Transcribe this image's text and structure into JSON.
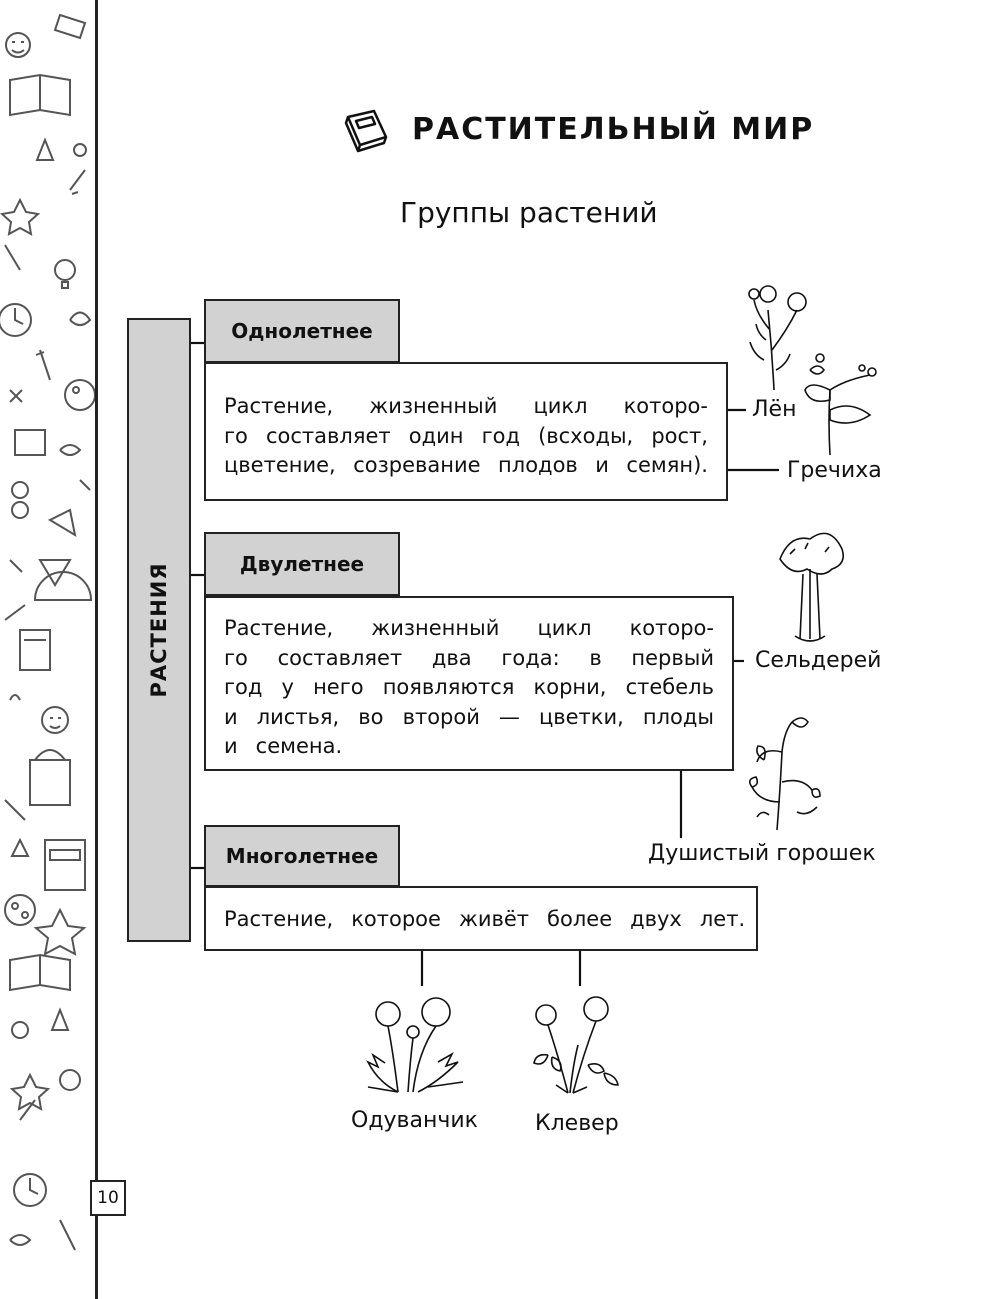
{
  "page_number": "10",
  "section_title": "РАСТИТЕЛЬНЫЙ  МИР",
  "page_title": "Группы  растений",
  "root_label": "РАСТЕНИЯ",
  "groups": [
    {
      "header": "Однолетнее",
      "lines": [
        [
          "Растение,",
          "жизненный",
          "цикл",
          "которо-"
        ],
        [
          "го",
          "составляет",
          "один",
          "год",
          "(всходы,",
          "рост,"
        ],
        [
          "цветение,",
          "созревание",
          "плодов",
          "и",
          "семян)."
        ]
      ],
      "examples": [
        "Лён",
        "Гречиха"
      ]
    },
    {
      "header": "Двулетнее",
      "lines": [
        [
          "Растение,",
          "жизненный",
          "цикл",
          "которо-"
        ],
        [
          "го",
          "составляет",
          "два",
          "года:",
          "в",
          "первый"
        ],
        [
          "год",
          "у",
          "него",
          "появляются",
          "корни,",
          "стебель"
        ],
        [
          "и",
          "листья,",
          "во",
          "второй",
          "—",
          "цветки,",
          "плоды"
        ],
        [
          "и",
          "семена."
        ]
      ],
      "examples": [
        "Сельдерей",
        "Душистый  горошек"
      ]
    },
    {
      "header": "Многолетнее",
      "lines": [
        [
          "Растение,",
          "которое",
          "живёт",
          "более",
          "двух",
          "лет."
        ]
      ],
      "examples": [
        "Одуванчик",
        "Клевер"
      ]
    }
  ],
  "icons": [
    "book-icon",
    "flax-illustration",
    "buckwheat-illustration",
    "celery-illustration",
    "sweet-pea-illustration",
    "dandelion-illustration",
    "clover-illustration"
  ]
}
